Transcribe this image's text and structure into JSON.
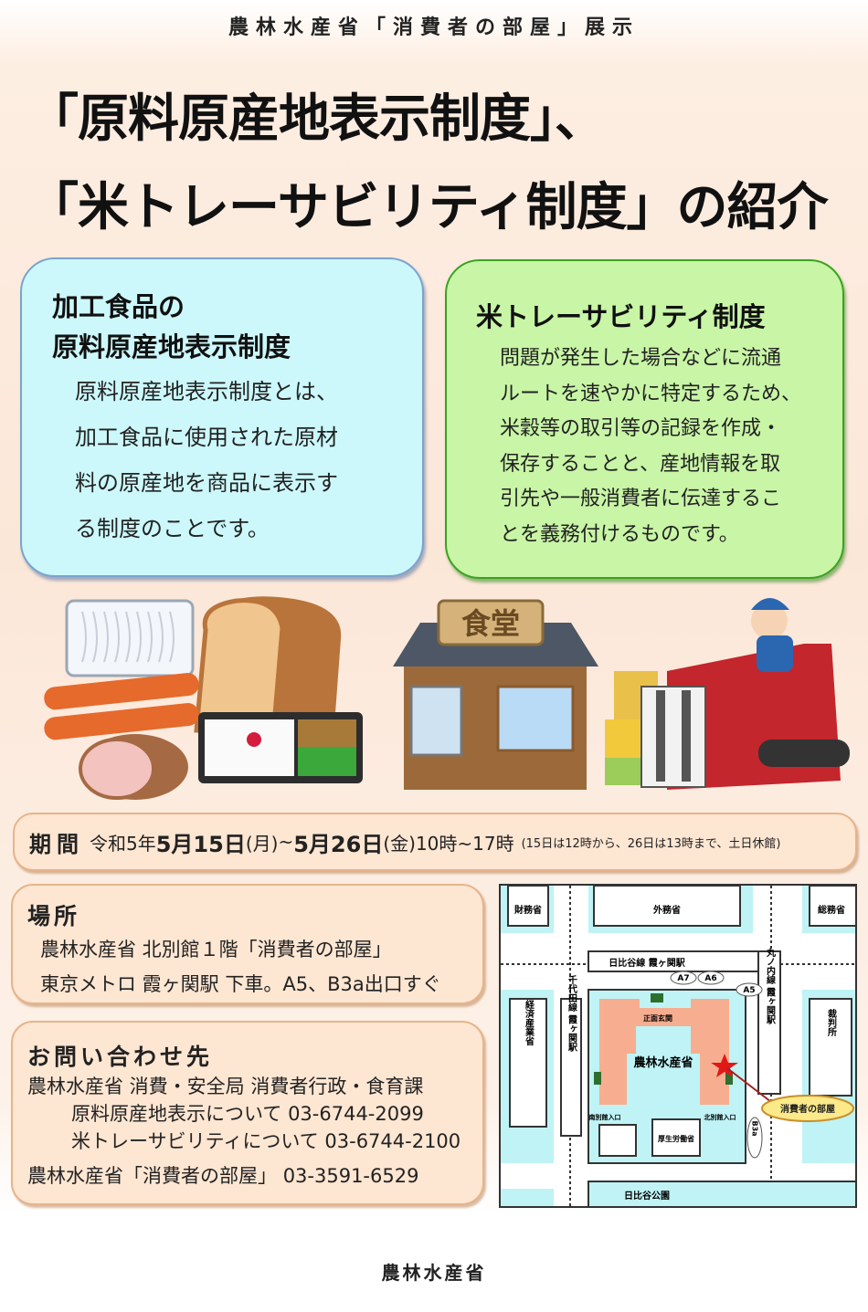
{
  "header": {
    "subtitle": "農林水産省「消費者の部屋」展示",
    "title_line1": "「原料原産地表示制度」、",
    "title_line2": "「米トレーサビリティ制度」の紹介"
  },
  "cards": {
    "origin_labeling": {
      "title_line1": "加工食品の",
      "title_line2": "原料原産地表示制度",
      "body": [
        "原料原産地表示制度とは、",
        "加工食品に使用された原材",
        "料の原産地を商品に表示す",
        "る制度のことです。"
      ],
      "bg_color": "#ccf8fb"
    },
    "rice_traceability": {
      "title": "米トレーサビリティ制度",
      "body": [
        "問題が発生した場合などに流通",
        "ルートを速やかに特定するため、",
        "米穀等の取引等の記録を作成・",
        "保存することと、産地情報を取",
        "引先や一般消費者に伝達するこ",
        "とを義務付けるものです。"
      ],
      "bg_color": "#c8f5a6"
    }
  },
  "illustrations": {
    "shokudo_sign": "食堂"
  },
  "period": {
    "label": "期間",
    "era": "令和5年",
    "start_date": "5月15日",
    "start_dow": "(月)",
    "sep": "~",
    "end_date": "5月26日",
    "end_dow": "(金)",
    "hours": "10時~17時",
    "note": "(15日は12時から、26日は13時まで、土日休館)"
  },
  "place": {
    "label": "場所",
    "line1": "農林水産省 北別館１階「消費者の部屋」",
    "line2": "東京メトロ 霞ヶ関駅 下車。A5、B3a出口すぐ"
  },
  "contact": {
    "label": "お問い合わせ先",
    "dept": "農林水産省 消費・安全局 消費者行政・食育課",
    "origin_label": "原料原産地表示について",
    "origin_phone": "03-6744-2099",
    "rice_label": "米トレーサビリティについて",
    "rice_phone": "03-6744-2100",
    "room_label": "農林水産省「消費者の部屋」",
    "room_phone": "03-3591-6529"
  },
  "map": {
    "labels": {
      "zaimusho": "財務省",
      "gaimusho": "外務省",
      "somusho": "総務省",
      "hibiya_line": "日比谷線 霞ヶ関駅",
      "marunouchi_line": "丸ノ内線 霞ヶ関駅",
      "chiyoda_line": "千代田線 霞ヶ関駅",
      "keizai": "経済産業省",
      "saibansho": "裁判所",
      "maff": "農林水産省",
      "main_entrance": "正面玄関",
      "south_annex": "南別館入口",
      "north_annex": "北別館入口",
      "mhlw": "厚生労働省",
      "hibiya_park": "日比谷公園",
      "consumer_room": "消費者の部屋",
      "exit_a7": "A7",
      "exit_a6": "A6",
      "exit_a5": "A5",
      "exit_b3a": "B3a"
    }
  },
  "footer": {
    "org": "農林水産省"
  }
}
